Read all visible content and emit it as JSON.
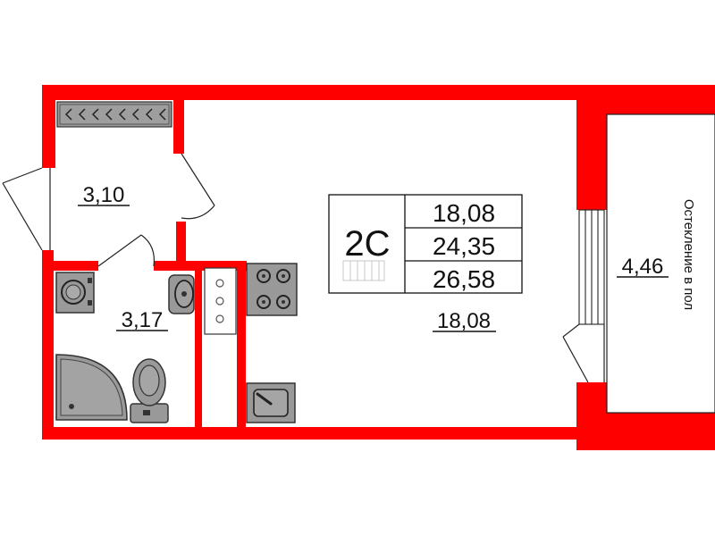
{
  "plan": {
    "type_label": "2С",
    "area_living": "18,08",
    "area_total": "24,35",
    "area_total_balcony": "26,58",
    "rooms": {
      "hall": "3,10",
      "bathroom": "3,17",
      "living": "18,08",
      "balcony": "4,46"
    },
    "balcony_note": "Остекление в пол",
    "colors": {
      "wall": "#ff0000",
      "fixture_fill": "#999999",
      "fixture_stroke": "#333333"
    }
  }
}
